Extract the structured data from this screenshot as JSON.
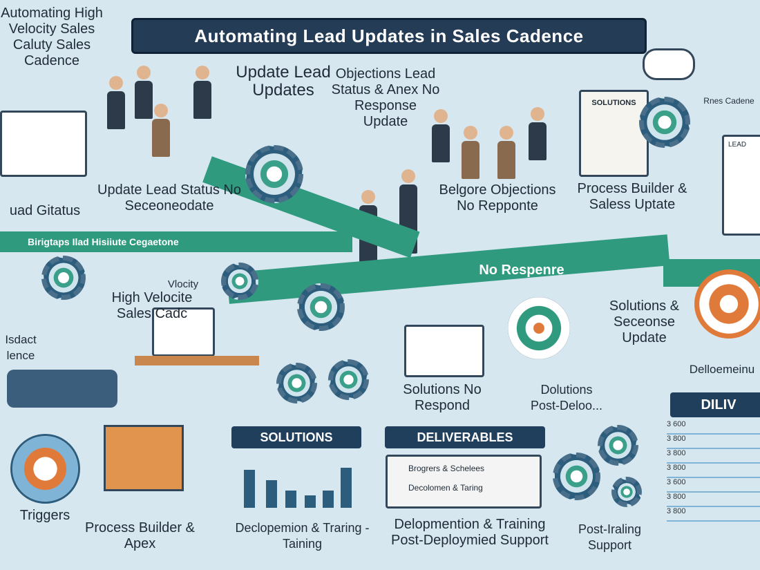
{
  "title": "Automating Lead Updates in Sales Cadence",
  "labels": {
    "top_left": "Automating High Velocity Sales Caluty Sales Cadence",
    "update_lead": "Update Lead Updates",
    "objections": "Objections Lead Status & Anex No Response Update",
    "update_status": "Update Lead Status No Seceoneodate",
    "lead_status": "uad Gitatus",
    "objections2": "Belgore Objections No Repponte",
    "process_builder_top": "Process Builder & Saless Uptate",
    "clipboard": "SOLUTIONS",
    "target_caption": "Rnes Cadene",
    "lead_doc": "LEAD",
    "arrow_band": "Birigtaps  Ilad Hisiiute Cegaetone",
    "no_response": "No Respenre",
    "velocity": "Vlocity",
    "high_velocity": "High Velocite Sales Cadc",
    "impact": "Isdact lence",
    "solutions_update": "Solutions & Seceonse Update",
    "deployment": "Delloemeinu",
    "solutions_no": "Solutions No Respond",
    "dolutions": "Dolutions Post-Deloo...",
    "deliv": "DILIV",
    "triggers": "Triggers",
    "process_apex": "Process Builder & Apex",
    "declopemion": "Declopemion & Traring -Taining",
    "delopmention": "Delopmention & Training Post-Deploymied Support",
    "post_training": "Post-Iraling Support"
  },
  "solutions_banner": "SOLUTIONS",
  "deliverables_banner": "DELIVERABLES",
  "deliverables_items": [
    "Brogrers & Schelees",
    "Decolomen & Taring"
  ],
  "table_values": [
    "3 600",
    "3 800",
    "3 800",
    "3 800",
    "3 600",
    "3 800",
    "3 800"
  ],
  "colors": {
    "background": "#d7e7f0",
    "arrow": "#2f9a7e",
    "banner": "#1f3f5c",
    "accent": "#e07a3a"
  }
}
